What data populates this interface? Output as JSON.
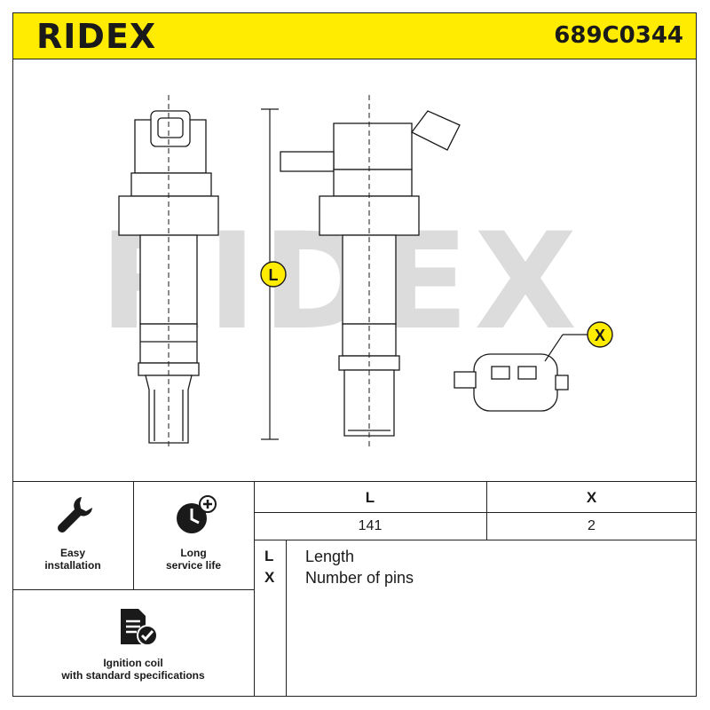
{
  "header": {
    "brand": "RIDEX",
    "part_number": "689C0344"
  },
  "drawing": {
    "watermark": "RIDEX",
    "dimension_l": "L",
    "dimension_x": "X",
    "accent_color": "#ffec00"
  },
  "features": [
    {
      "icon": "wrench-icon",
      "label_line1": "Easy",
      "label_line2": "installation"
    },
    {
      "icon": "clock-plus-icon",
      "label_line1": "Long",
      "label_line2": "service life"
    },
    {
      "icon": "document-check-icon",
      "label_line1": "Ignition coil",
      "label_line2": "with standard specifications"
    }
  ],
  "spec_table": {
    "headers": [
      "L",
      "X"
    ],
    "values": [
      "141",
      "2"
    ]
  },
  "legend": [
    {
      "key": "L",
      "desc": "Length"
    },
    {
      "key": "X",
      "desc": "Number of pins"
    }
  ]
}
